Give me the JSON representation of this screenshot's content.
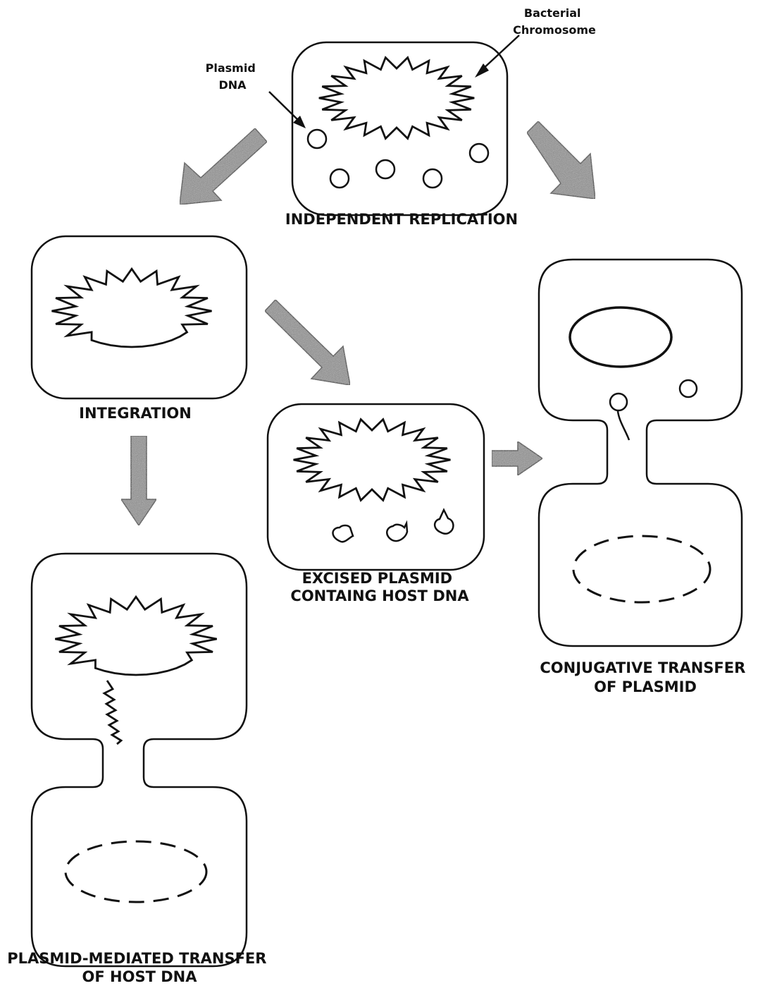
{
  "labels": {
    "bacterial_chromosome": [
      "Bacterial",
      "Chromosome"
    ],
    "plasmid_dna": [
      "Plasmid",
      "DNA"
    ]
  },
  "captions": {
    "independent_replication": [
      "INDEPENDENT REPLICATION"
    ],
    "integration": [
      "INTEGRATION"
    ],
    "excised_plasmid": [
      "EXCISED PLASMID",
      "CONTAING HOST DNA"
    ],
    "conjugative_transfer": [
      "CONJUGATIVE TRANSFER",
      "OF PLASMID"
    ],
    "plasmid_mediated_transfer": [
      "PLASMID-MEDIATED TRANSFER",
      "OF HOST DNA"
    ]
  }
}
